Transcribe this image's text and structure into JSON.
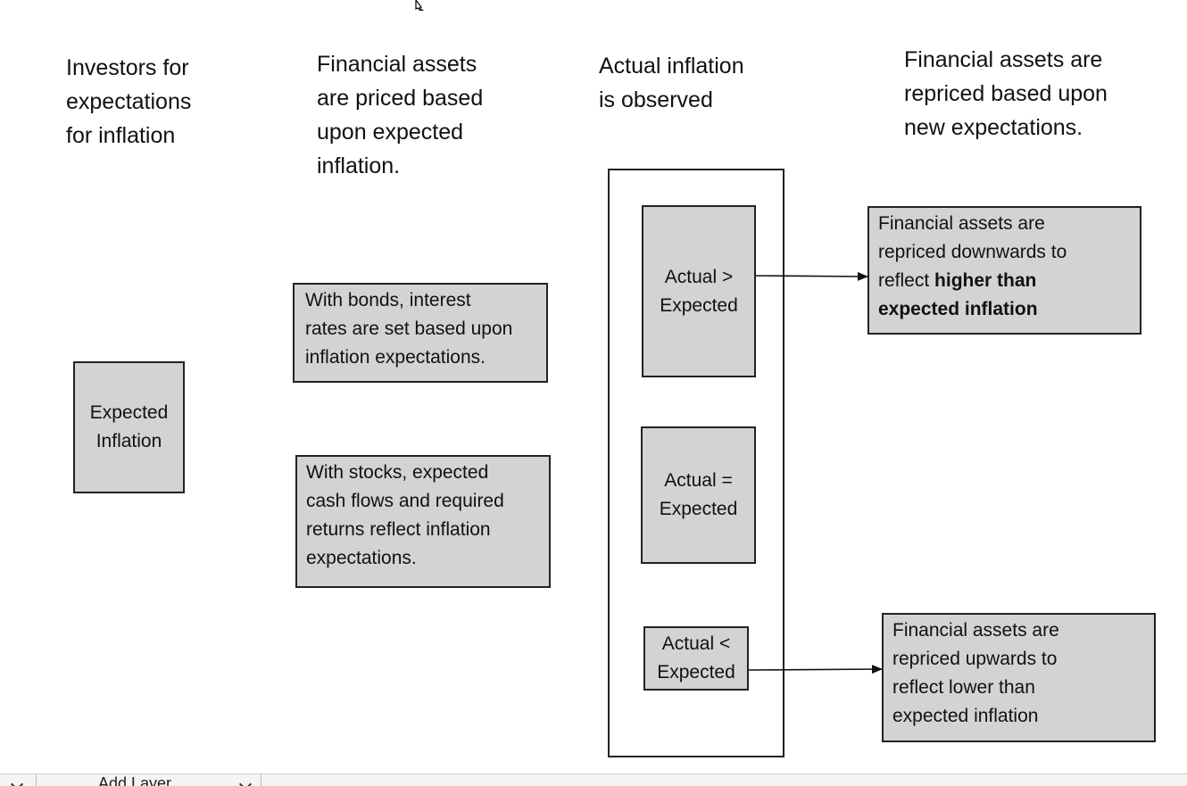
{
  "headings": [
    {
      "lines": [
        "Investors for",
        "expectations",
        "for inflation"
      ]
    },
    {
      "lines": [
        "Financial assets",
        "are priced based",
        "upon expected",
        "inflation."
      ]
    },
    {
      "lines": [
        "Actual inflation",
        "is observed"
      ]
    },
    {
      "lines": [
        "Financial assets are",
        "repriced based upon",
        "new expectations."
      ]
    }
  ],
  "expected_box": {
    "lines": [
      "Expected",
      "Inflation"
    ]
  },
  "bonds_box": {
    "lines": [
      "With bonds, interest",
      "rates are set based upon",
      "inflation expectations."
    ]
  },
  "stocks_box": {
    "lines": [
      "With stocks, expected",
      "cash flows and required",
      "returns reflect inflation",
      "expectations."
    ]
  },
  "actual_greater": {
    "lines": [
      "Actual >",
      "Expected"
    ]
  },
  "actual_equal": {
    "lines": [
      "Actual =",
      "Expected"
    ]
  },
  "actual_less": {
    "lines": [
      "Actual <",
      "Expected"
    ]
  },
  "down_box": {
    "line1": "Financial assets are",
    "line2": "repriced downwards to",
    "line3_plain": "reflect ",
    "line3_bold": "higher than",
    "line4_bold": "expected inflation"
  },
  "up_box": {
    "lines": [
      "Financial assets are",
      "repriced upwards to",
      "reflect lower than",
      "expected inflation"
    ]
  },
  "toolbar": {
    "layer_label": "Add Layer"
  },
  "colors": {
    "box_fill": "#d3d3d3",
    "border": "#222222",
    "text": "#111111"
  }
}
